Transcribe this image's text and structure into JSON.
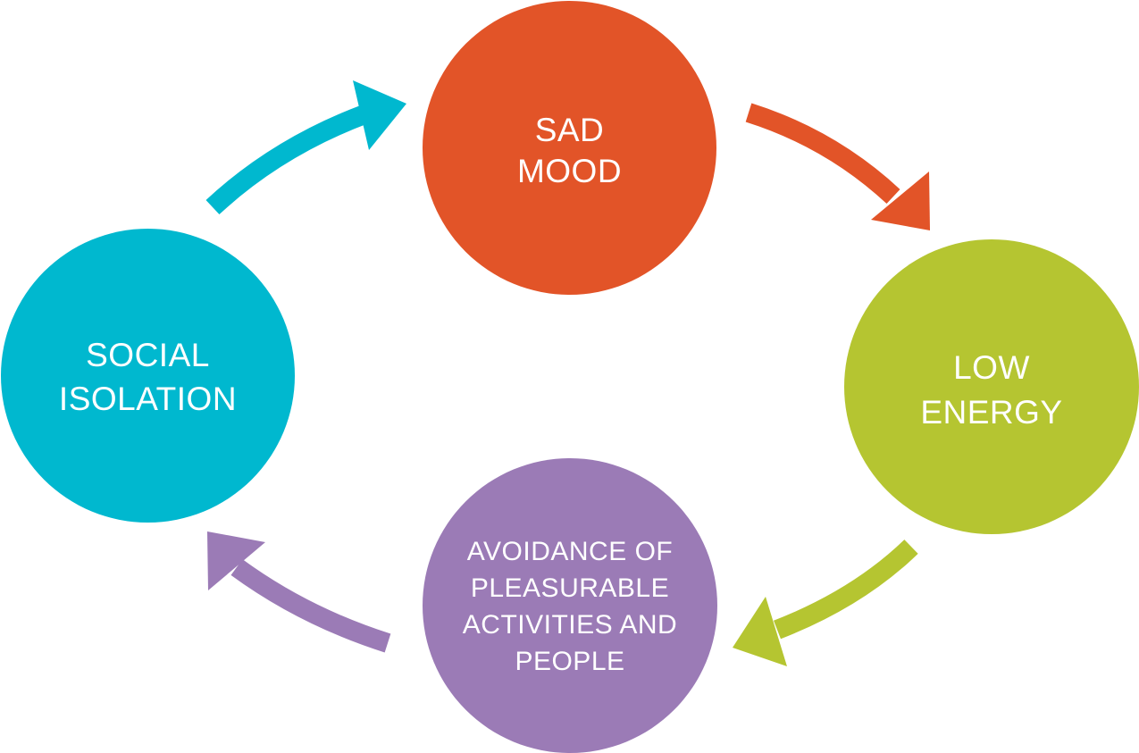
{
  "diagram": {
    "type": "cycle",
    "nodes": [
      {
        "id": "sad",
        "label": "SAD\nMOOD",
        "color": "#E25428"
      },
      {
        "id": "energy",
        "label": "LOW\nENERGY",
        "color": "#B5C531"
      },
      {
        "id": "avoid",
        "label": "AVOIDANCE OF\nPLEASURABLE\nACTIVITIES AND\nPEOPLE",
        "color": "#9B7BB6"
      },
      {
        "id": "social",
        "label": "SOCIAL\nISOLATION",
        "color": "#00B8CF"
      }
    ],
    "edges": [
      {
        "from": "sad",
        "to": "energy",
        "color": "#E25428"
      },
      {
        "from": "energy",
        "to": "avoid",
        "color": "#B5C531"
      },
      {
        "from": "avoid",
        "to": "social",
        "color": "#9B7BB6"
      },
      {
        "from": "social",
        "to": "sad",
        "color": "#00B8CF"
      }
    ]
  }
}
